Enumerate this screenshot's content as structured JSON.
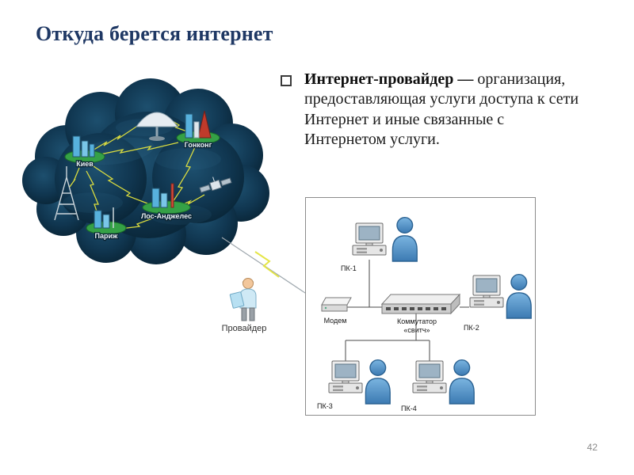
{
  "slide": {
    "title": "Откуда берется интернет",
    "page_number": "42"
  },
  "bullet": {
    "icon": "hollow-square-bullet",
    "bold": "Интернет-провайдер —",
    "rest": " организация, предоставляющая услуги доступа к сети Интернет и иные связанные с Интернетом услуги."
  },
  "cloud": {
    "cities": [
      {
        "label": "Киев"
      },
      {
        "label": "Гонконг"
      },
      {
        "label": "Лос-Анджелес"
      },
      {
        "label": "Париж"
      }
    ],
    "icons": [
      "radio-tower-icon",
      "satellite-dish-icon",
      "satellite-icon",
      "lightning-link-icon"
    ]
  },
  "provider": {
    "label": "Провайдер",
    "icon": "provider-person-icon"
  },
  "network": {
    "modem_label": "Модем",
    "switch": {
      "line1": "Коммутатор",
      "line2": "«свитч»"
    },
    "pcs": [
      "ПК-1",
      "ПК-2",
      "ПК-3",
      "ПК-4"
    ],
    "icons": [
      "pc-icon",
      "user-person-icon",
      "modem-icon",
      "switch-icon"
    ]
  },
  "colors": {
    "title": "#1f3864",
    "cloud_dark": "#0d3048",
    "lightning": "#e4e43e",
    "person_blue": "#4e8fc0",
    "city_base_green": "#35a146"
  }
}
